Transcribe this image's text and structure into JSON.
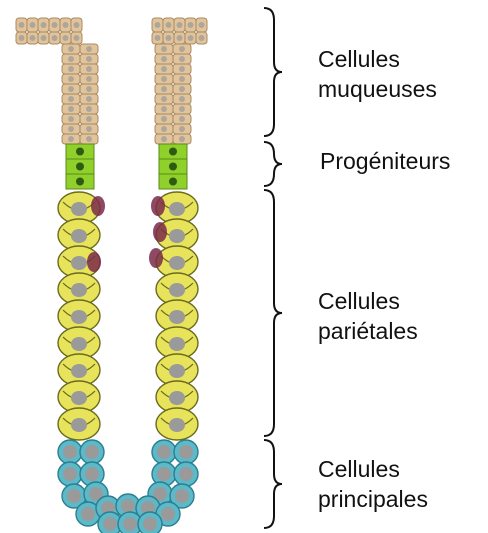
{
  "regions": [
    {
      "id": "mucous",
      "lines": [
        "Cellules",
        "muqueuses"
      ],
      "color": "#e2c49c"
    },
    {
      "id": "progenitor",
      "lines": [
        "Progéniteurs"
      ],
      "color": "#8fd12a"
    },
    {
      "id": "parietal",
      "lines": [
        "Cellules",
        "pariétales"
      ],
      "color": "#e7e35a"
    },
    {
      "id": "chief",
      "lines": [
        "Cellules",
        "principales"
      ],
      "color": "#5bb9c9"
    }
  ],
  "colors": {
    "nucleus": "#9a9a9a",
    "mucous_outline": "#a88a62",
    "progenitor_nucleus": "#2f5a12",
    "parietal_outline": "#6b6a20",
    "parietal_accent": "#7a2a4a",
    "chief_outline": "#2c7f8e",
    "bracket": "#111111"
  }
}
